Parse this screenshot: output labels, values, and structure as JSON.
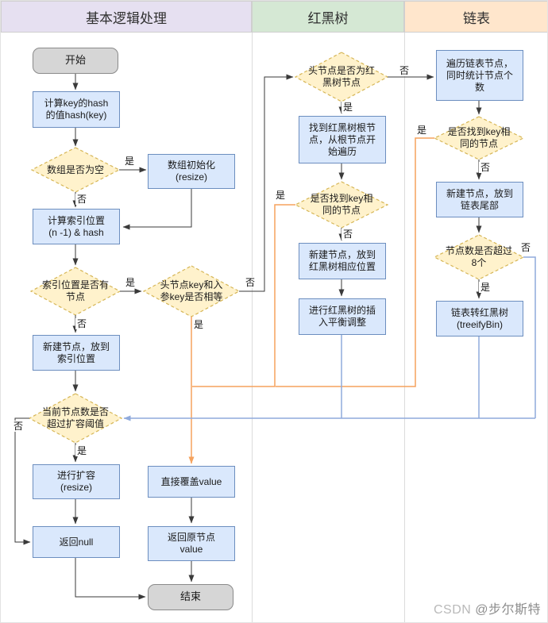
{
  "lanes": [
    "基本逻辑处理",
    "红黑树",
    "链表"
  ],
  "labels": {
    "yes": "是",
    "no": "否"
  },
  "nodes": {
    "start": "开始",
    "calc_hash": "计算key的hash\n的值hash(key)",
    "d_empty": "数组是否为空",
    "resize_init": "数组初始化\n(resize)",
    "calc_index": "计算索引位置\n(n -1) & hash",
    "d_has_node": "索引位置是否有\n节点",
    "d_key_eq": "头节点key和入\n参key是否相等",
    "new_node_idx": "新建节点，放到\n索引位置",
    "d_threshold": "当前节点数是否\n超过扩容阈值",
    "do_resize": "进行扩容\n(resize)",
    "ret_null": "返回null",
    "overwrite": "直接覆盖value",
    "ret_old": "返回原节点\nvalue",
    "end": "结束",
    "d_is_rbt": "头节点是否为红\n黑树节点",
    "rbt_root": "找到红黑树根节\n点，从根节点开\n始遍历",
    "d_rbt_found": "是否找到key相\n同的节点",
    "rbt_new": "新建节点，放到\n红黑树相应位置",
    "rbt_balance": "进行红黑树的插\n入平衡调整",
    "ll_traverse": "遍历链表节点，\n同时统计节点个\n数",
    "d_ll_found": "是否找到key相\n同的节点",
    "ll_new_tail": "新建节点，放到\n链表尾部",
    "d_gt8": "节点数是否超过\n8个",
    "treeify": "链表转红黑树\n(treeifyBin)"
  },
  "watermark": {
    "brand": "CSDN ",
    "handle": "@步尔斯特"
  },
  "colors": {
    "lane_basic": "#E6E0F1",
    "lane_rbtree": "#D5E8D4",
    "lane_linkedlist": "#FFE6CC",
    "process_fill": "#DAE8FC",
    "process_border": "#6C8EBF",
    "decision_fill": "#FFF2CC",
    "decision_border": "#D6B656",
    "terminal_fill": "#D6D6D6",
    "edge_default": "#3A3A3A",
    "edge_overwrite_path": "#F5A25D",
    "edge_merge_path": "#8FAADC"
  }
}
